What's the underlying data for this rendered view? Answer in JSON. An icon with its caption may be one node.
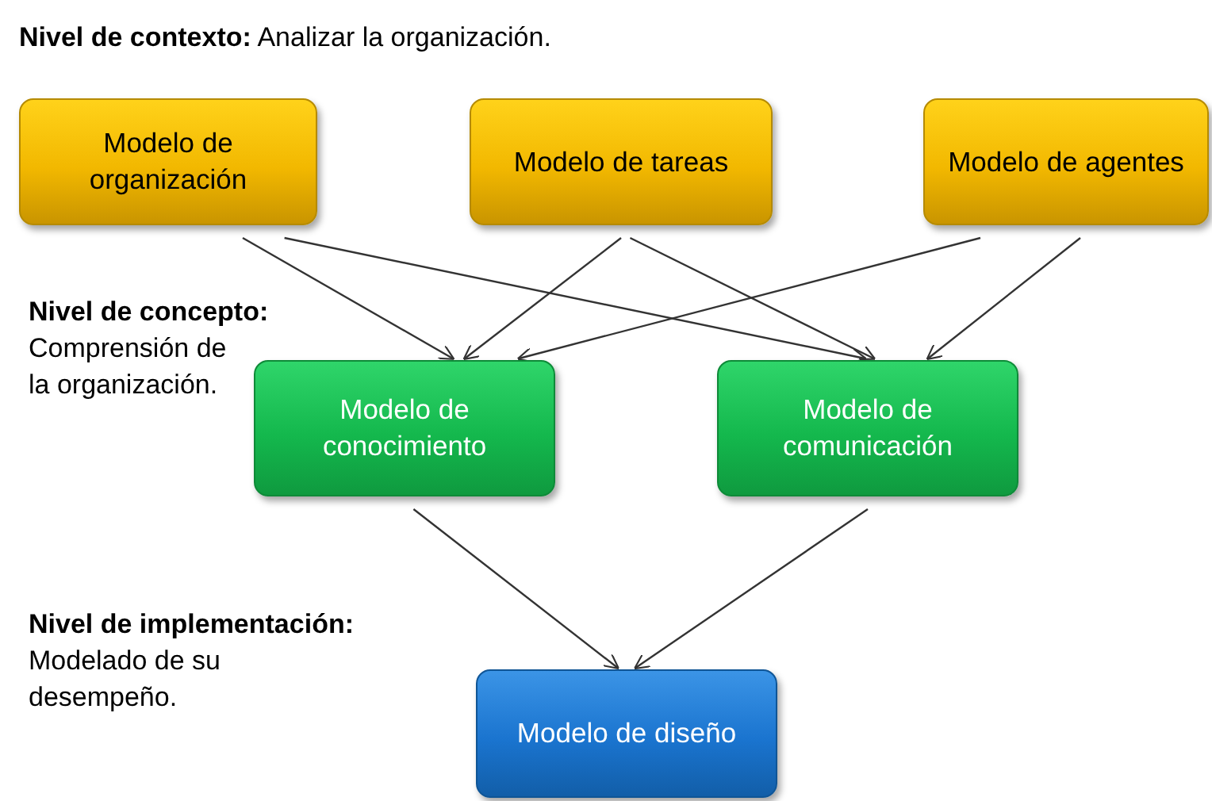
{
  "diagram": {
    "nodes": [
      {
        "text": [
          "Modelo de organización"
        ]
      },
      {
        "text": [
          "Modelo de tareas"
        ]
      },
      {
        "text": [
          "Modelo de agentes"
        ]
      },
      {
        "text": [
          "Modelo de conocimiento"
        ]
      },
      {
        "text": [
          "Modelo de comunicación"
        ]
      },
      {
        "text": [
          "Modelo de diseño"
        ]
      }
    ],
    "edges": [
      {
        "from": 0,
        "to": 3,
        "arrow": "to"
      },
      {
        "from": 0,
        "to": 4,
        "arrow": "to"
      },
      {
        "from": 1,
        "to": 3,
        "arrow": "to"
      },
      {
        "from": 1,
        "to": 4,
        "arrow": "to"
      },
      {
        "from": 2,
        "to": 3,
        "arrow": "to"
      },
      {
        "from": 2,
        "to": 4,
        "arrow": "to"
      },
      {
        "from": 3,
        "to": 5,
        "arrow": "to"
      },
      {
        "from": 4,
        "to": 5,
        "arrow": "to"
      }
    ],
    "labels": [
      "**Nivel de contexto:** Analizar la organización.",
      "**Nivel de concepto:** Comprensión de la organización.",
      "**Nivel de implementación:** Modelado de su desempeño."
    ]
  }
}
